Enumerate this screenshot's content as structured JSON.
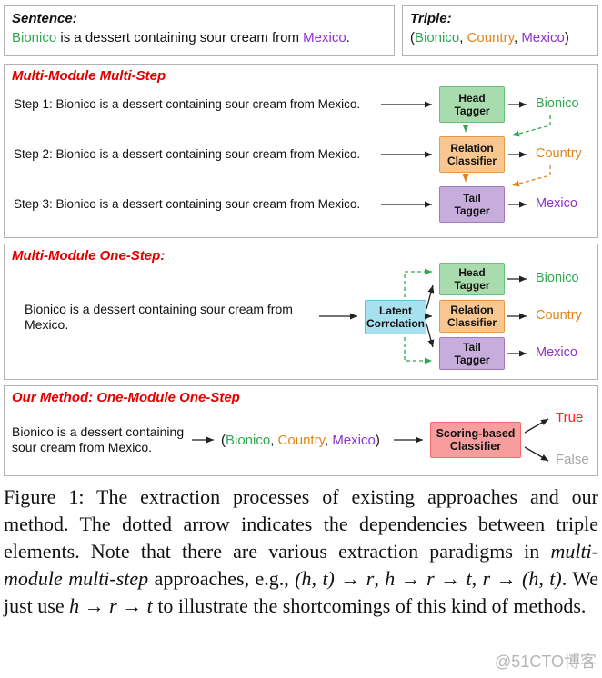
{
  "colors": {
    "entity_head_green": "#2fa84f",
    "relation_orange": "#e0861a",
    "entity_tail_purple": "#8d32cc",
    "section_title_red": "#e00000",
    "true_red": "#ff2020",
    "false_gray": "#a6a6a6",
    "head_box_bg": "#a8dcae",
    "relation_box_bg": "#f8c78f",
    "tail_box_bg": "#c7addc",
    "latent_box_bg": "#a7e0ef",
    "scoring_box_bg": "#f89d9d"
  },
  "sentence_panel": {
    "label": "Sentence:",
    "parts": [
      {
        "text": "Bionico",
        "color": "#2fa84f"
      },
      {
        "text": " is a dessert containing sour cream from ",
        "color": "#111111"
      },
      {
        "text": "Mexico",
        "color": "#8d32cc"
      },
      {
        "text": ".",
        "color": "#111111"
      }
    ]
  },
  "triple_panel": {
    "label": "Triple:",
    "parts": [
      {
        "text": "(",
        "color": "#111111"
      },
      {
        "text": "Bionico",
        "color": "#2fa84f"
      },
      {
        "text": ", ",
        "color": "#111111"
      },
      {
        "text": "Country",
        "color": "#e0861a"
      },
      {
        "text": ", ",
        "color": "#111111"
      },
      {
        "text": "Mexico",
        "color": "#8d32cc"
      },
      {
        "text": ")",
        "color": "#111111"
      }
    ]
  },
  "multi_step": {
    "title": "Multi-Module Multi-Step",
    "steps": [
      {
        "text": "Step 1: Bionico is a dessert containing sour cream from Mexico.",
        "module": {
          "line1": "Head",
          "line2": "Tagger"
        },
        "output": "Bionico"
      },
      {
        "text": "Step 2: Bionico is a dessert containing sour cream from Mexico.",
        "module": {
          "line1": "Relation",
          "line2": "Classifier"
        },
        "output": "Country"
      },
      {
        "text": "Step 3: Bionico is a dessert containing sour cream from Mexico.",
        "module": {
          "line1": "Tail",
          "line2": "Tagger"
        },
        "output": "Mexico"
      }
    ]
  },
  "one_step": {
    "title": "Multi-Module One-Step:",
    "input": {
      "line1": "Bionico is a dessert containing sour cream from",
      "line2": "Mexico."
    },
    "latent": {
      "line1": "Latent",
      "line2": "Correlation"
    },
    "modules": [
      {
        "line1": "Head",
        "line2": "Tagger"
      },
      {
        "line1": "Relation",
        "line2": "Classifier"
      },
      {
        "line1": "Tail",
        "line2": "Tagger"
      }
    ],
    "outputs": [
      {
        "text": "Bionico"
      },
      {
        "text": "Country"
      },
      {
        "text": "Mexico"
      }
    ]
  },
  "our_method": {
    "title": "Our Method: One-Module One-Step",
    "input": {
      "line1": "Bionico is a dessert containing",
      "line2": "sour cream from Mexico."
    },
    "triple_parts": [
      {
        "text": "(",
        "color": "#111111"
      },
      {
        "text": "Bionico",
        "color": "#2fa84f"
      },
      {
        "text": ", ",
        "color": "#111111"
      },
      {
        "text": "Country",
        "color": "#e0861a"
      },
      {
        "text": ", ",
        "color": "#111111"
      },
      {
        "text": "Mexico",
        "color": "#8d32cc"
      },
      {
        "text": ")",
        "color": "#111111"
      }
    ],
    "module": {
      "line1": "Scoring-based",
      "line2": "Classifier"
    },
    "outputs": [
      {
        "text": "True",
        "color": "#ff2020"
      },
      {
        "text": "False",
        "color": "#a6a6a6"
      }
    ]
  },
  "caption": {
    "parts": [
      {
        "text": "Figure 1: The extraction processes of existing approaches and our method. The dotted arrow indicates the dependencies between triple elements. Note that there are various extraction paradigms in "
      },
      {
        "text": "multi-module multi-step"
      },
      {
        "text": " approaches, e.g., "
      },
      {
        "text": "(h, t) → r"
      },
      {
        "text": ", "
      },
      {
        "text": "h → r → t"
      },
      {
        "text": ", "
      },
      {
        "text": "r → (h, t)"
      },
      {
        "text": ". We just use "
      },
      {
        "text": "h → r → t"
      },
      {
        "text": " to illustrate the shortcomings of this kind of methods."
      }
    ]
  },
  "watermark": "@51CTO博客"
}
